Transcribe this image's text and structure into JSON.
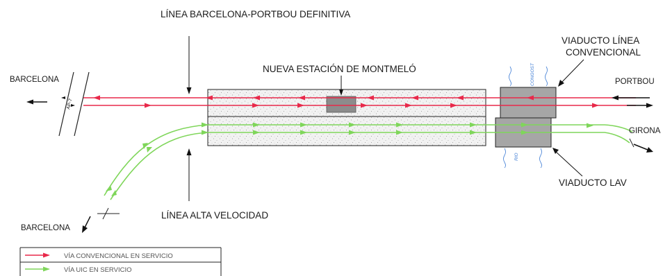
{
  "labels": {
    "linea_definitiva": "LÍNEA BARCELONA-PORTBOU DEFINITIVA",
    "nueva_estacion": "NUEVA ESTACIÓN DE MONTMELÓ",
    "viaducto_linea": "VIADUCTO LÍNEA",
    "convencional": "CONVENCIONAL",
    "barcelona_left": "BARCELONA",
    "portbou": "PORTBOU",
    "girona": "GIRONA",
    "ap7": "AP-7",
    "congost": "CONGOST",
    "rio": "RIO",
    "viaducto_lav": "VIADUCTO LAV",
    "barcelona_bottom": "BARCELONA",
    "linea_alta_velocidad": "LÍNEA ALTA VELOCIDAD"
  },
  "legend": [
    {
      "label": "VÍA CONVENCIONAL EN SERVICIO",
      "color": "#e8294a"
    },
    {
      "label": "VÍA UIC EN SERVICIO",
      "color": "#7fd65a"
    }
  ],
  "colors": {
    "conventional": "#e8294a",
    "uic": "#7fd65a",
    "structure": "#a6a6a6",
    "river": "#3c7bd4"
  }
}
